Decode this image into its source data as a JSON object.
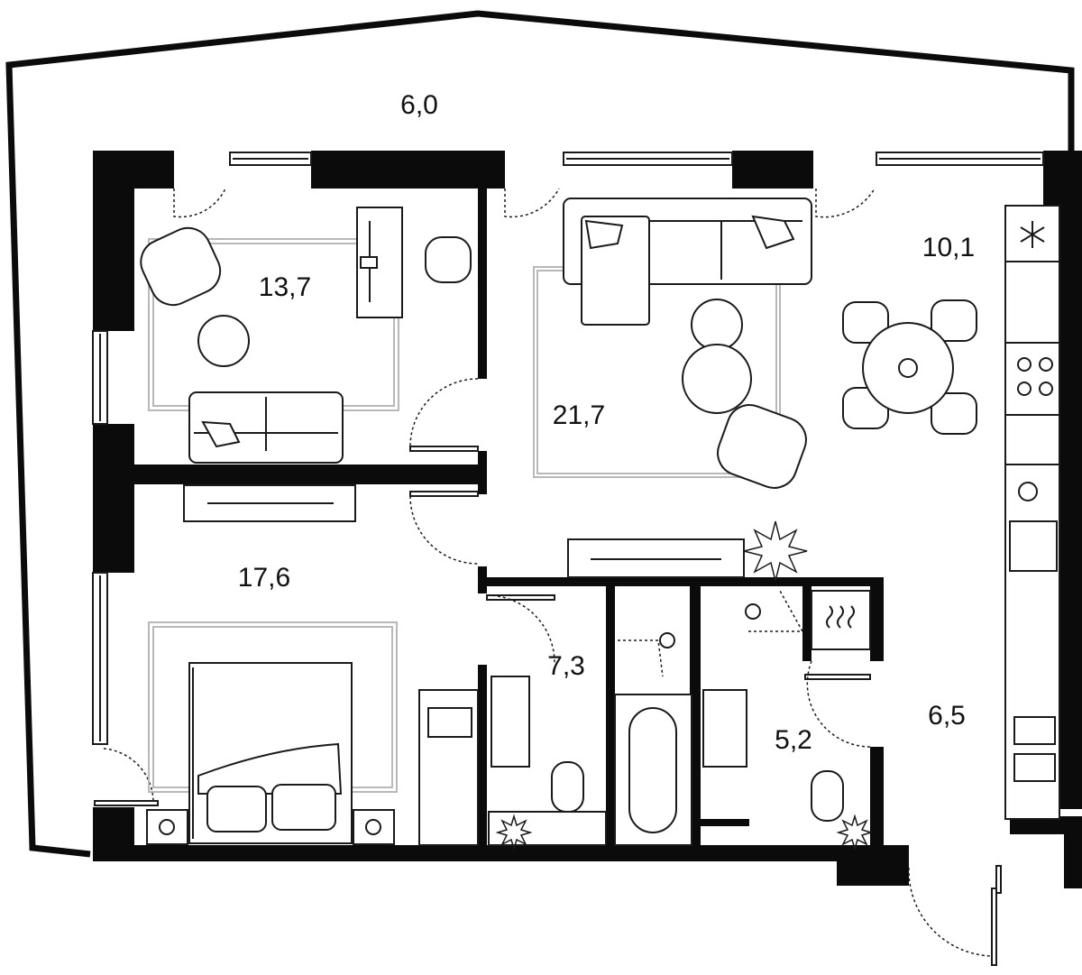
{
  "plan": {
    "rooms": [
      {
        "key": "terrace",
        "area": "6,0"
      },
      {
        "key": "study",
        "area": "13,7"
      },
      {
        "key": "living",
        "area": "21,7"
      },
      {
        "key": "kitchen",
        "area": "10,1"
      },
      {
        "key": "bedroom",
        "area": "17,6"
      },
      {
        "key": "bath1",
        "area": "7,3"
      },
      {
        "key": "bath2",
        "area": "5,2"
      },
      {
        "key": "hall",
        "area": "6,5"
      }
    ]
  },
  "colors": {
    "wall": "#0b0b0b",
    "line": "#1a1a1a",
    "rug": "#b8b8b8",
    "background": "#ffffff"
  }
}
